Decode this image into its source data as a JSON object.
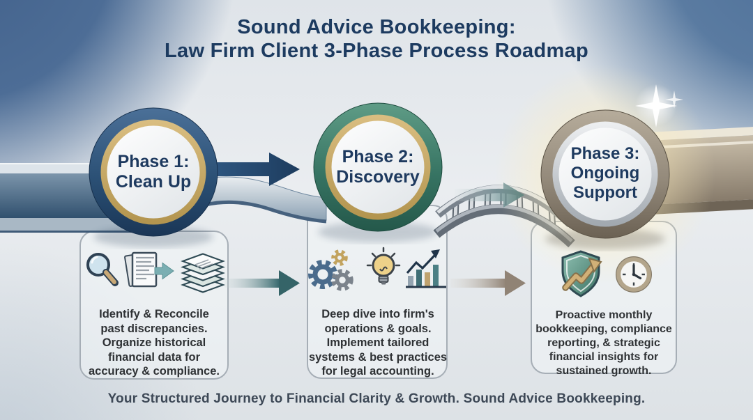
{
  "title": {
    "line1": "Sound Advice Bookkeeping:",
    "line2": "Law Firm Client 3-Phase Process Roadmap"
  },
  "phases": [
    {
      "label": "Phase 1:\nClean Up",
      "description": "Identify & Reconcile\npast discrepancies.\nOrganize historical\nfinancial data for\naccuracy & compliance.",
      "icons": [
        "magnifying-glass-icon",
        "documents-icon",
        "paper-stack-icon"
      ],
      "ring_color": "#2b5075",
      "inner_ring_color": "#c3a361"
    },
    {
      "label": "Phase 2:\nDiscovery",
      "description": "Deep dive into firm's\noperations & goals.\nImplement tailored\nsystems & best practices\nfor legal accounting.",
      "icons": [
        "gears-icon",
        "lightbulb-icon",
        "bar-chart-icon"
      ],
      "ring_color": "#377463",
      "inner_ring_color": "#c3a361"
    },
    {
      "label": "Phase 3:\nOngoing\nSupport",
      "description": "Proactive monthly\nbookkeeping, compliance\nreporting, & strategic\nfinancial insights for\nsustained growth.",
      "icons": [
        "shield-growth-icon",
        "clock-icon"
      ],
      "ring_color": "#93897a",
      "inner_ring_color": "#c6cacf"
    }
  ],
  "tagline": "Your Structured Journey to Financial Clarity & Growth. Sound Advice Bookkeeping.",
  "colors": {
    "title_text": "#1d3b60",
    "phase_label_text": "#1e3a5f",
    "card_text": "#2e3134",
    "navy": "#27496e",
    "teal": "#3d7f6c",
    "gold": "#c3a361",
    "taupe": "#968a7a",
    "silver": "#c6cacf",
    "glow": "#fff4d2"
  }
}
